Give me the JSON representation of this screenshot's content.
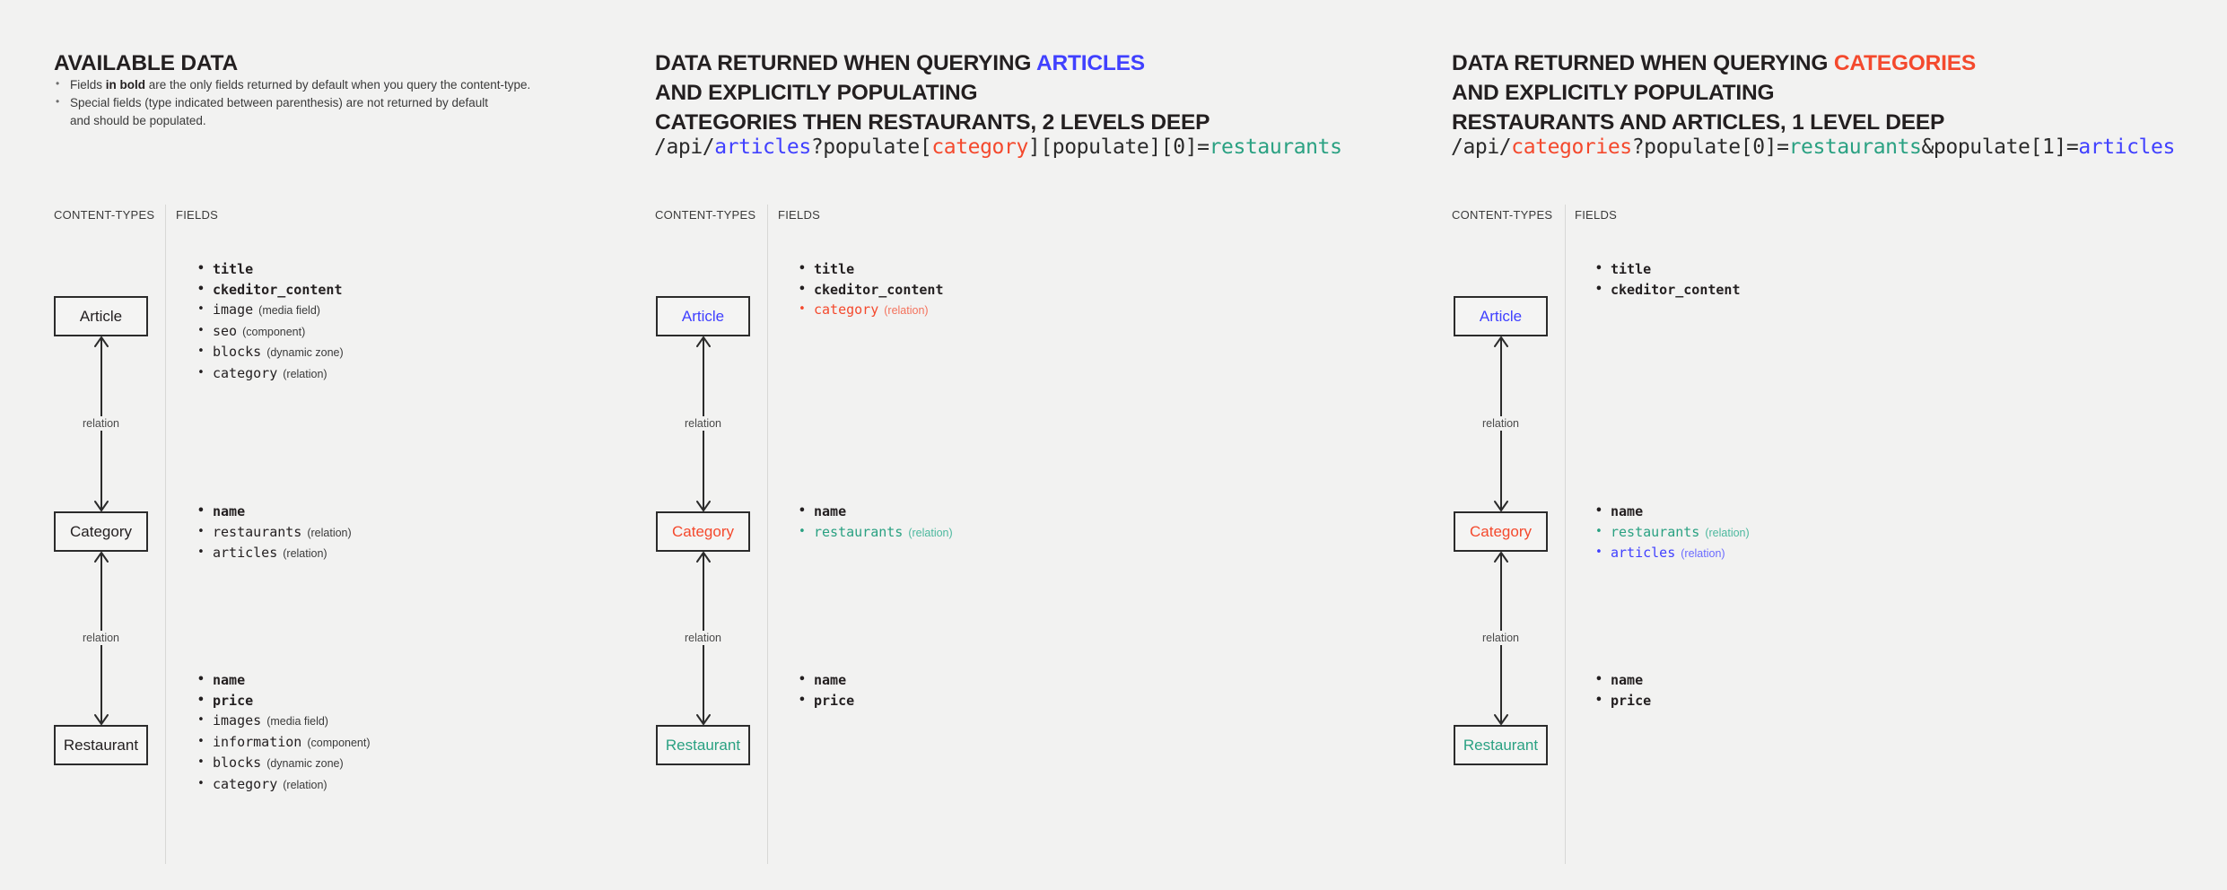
{
  "panels": [
    {
      "id": "panel-1",
      "heading": {
        "prefix": "AVAILABLE DATA",
        "accent": "",
        "accent_color": "",
        "lines": []
      },
      "intro": [
        {
          "pre": "Fields ",
          "bold": "in bold",
          "post": " are the only fields returned by default when you query the content-type."
        },
        {
          "pre": "Special fields (type indicated between parenthesis) are not returned by default",
          "bold": "",
          "post": ""
        },
        {
          "pre": "and should be populated.",
          "bold": "",
          "post": ""
        }
      ],
      "api_url": null,
      "captions": {
        "content_types": "CONTENT-TYPES",
        "fields": "FIELDS"
      },
      "relation_label": "relation",
      "entities": [
        {
          "name": "Article",
          "color": "default",
          "fields": [
            {
              "label": "title",
              "type": "",
              "bold": true,
              "color": "default"
            },
            {
              "label": "ckeditor_content",
              "type": "",
              "bold": true,
              "color": "default"
            },
            {
              "label": "image",
              "type": "(media field)",
              "bold": false,
              "color": "default"
            },
            {
              "label": "seo",
              "type": "(component)",
              "bold": false,
              "color": "default"
            },
            {
              "label": "blocks",
              "type": "(dynamic zone)",
              "bold": false,
              "color": "default"
            },
            {
              "label": "category",
              "type": "(relation)",
              "bold": false,
              "color": "default"
            }
          ]
        },
        {
          "name": "Category",
          "color": "default",
          "fields": [
            {
              "label": "name",
              "type": "",
              "bold": true,
              "color": "default"
            },
            {
              "label": "restaurants",
              "type": "(relation)",
              "bold": false,
              "color": "default"
            },
            {
              "label": "articles",
              "type": "(relation)",
              "bold": false,
              "color": "default"
            }
          ]
        },
        {
          "name": "Restaurant",
          "color": "default",
          "fields": [
            {
              "label": "name",
              "type": "",
              "bold": true,
              "color": "default"
            },
            {
              "label": "price",
              "type": "",
              "bold": true,
              "color": "default"
            },
            {
              "label": "images",
              "type": "(media field)",
              "bold": false,
              "color": "default"
            },
            {
              "label": "information",
              "type": "(component)",
              "bold": false,
              "color": "default"
            },
            {
              "label": "blocks",
              "type": "(dynamic zone)",
              "bold": false,
              "color": "default"
            },
            {
              "label": "category",
              "type": "(relation)",
              "bold": false,
              "color": "default"
            }
          ]
        }
      ]
    },
    {
      "id": "panel-2",
      "heading": {
        "prefix": "DATA RETURNED WHEN QUERYING ",
        "accent": "ARTICLES",
        "accent_color": "blue",
        "lines": [
          "AND EXPLICITLY POPULATING",
          "CATEGORIES THEN RESTAURANTS, 2 LEVELS DEEP"
        ]
      },
      "intro": [],
      "api_url": [
        {
          "text": "/api/",
          "color": "default"
        },
        {
          "text": "articles",
          "color": "blue"
        },
        {
          "text": "?populate[",
          "color": "default"
        },
        {
          "text": "category",
          "color": "red"
        },
        {
          "text": "][populate][0]=",
          "color": "default"
        },
        {
          "text": "restaurants",
          "color": "teal"
        }
      ],
      "captions": {
        "content_types": "CONTENT-TYPES",
        "fields": "FIELDS"
      },
      "relation_label": "relation",
      "entities": [
        {
          "name": "Article",
          "color": "blue",
          "fields": [
            {
              "label": "title",
              "type": "",
              "bold": true,
              "color": "default"
            },
            {
              "label": "ckeditor_content",
              "type": "",
              "bold": true,
              "color": "default"
            },
            {
              "label": "category",
              "type": "(relation)",
              "bold": false,
              "color": "red"
            }
          ]
        },
        {
          "name": "Category",
          "color": "red",
          "fields": [
            {
              "label": "name",
              "type": "",
              "bold": true,
              "color": "default"
            },
            {
              "label": "restaurants",
              "type": "(relation)",
              "bold": false,
              "color": "teal"
            }
          ]
        },
        {
          "name": "Restaurant",
          "color": "teal",
          "fields": [
            {
              "label": "name",
              "type": "",
              "bold": true,
              "color": "default"
            },
            {
              "label": "price",
              "type": "",
              "bold": true,
              "color": "default"
            }
          ]
        }
      ]
    },
    {
      "id": "panel-3",
      "heading": {
        "prefix": "DATA RETURNED WHEN QUERYING ",
        "accent": "CATEGORIES",
        "accent_color": "red",
        "lines": [
          "AND EXPLICITLY POPULATING",
          "RESTAURANTS AND ARTICLES, 1 LEVEL DEEP"
        ]
      },
      "intro": [],
      "api_url": [
        {
          "text": "/api/",
          "color": "default"
        },
        {
          "text": "categories",
          "color": "red"
        },
        {
          "text": "?populate[0]=",
          "color": "default"
        },
        {
          "text": "restaurants",
          "color": "teal"
        },
        {
          "text": "&populate[1]=",
          "color": "default"
        },
        {
          "text": "articles",
          "color": "blue"
        }
      ],
      "captions": {
        "content_types": "CONTENT-TYPES",
        "fields": "FIELDS"
      },
      "relation_label": "relation",
      "entities": [
        {
          "name": "Article",
          "color": "blue",
          "fields": [
            {
              "label": "title",
              "type": "",
              "bold": true,
              "color": "default"
            },
            {
              "label": "ckeditor_content",
              "type": "",
              "bold": true,
              "color": "default"
            }
          ]
        },
        {
          "name": "Category",
          "color": "red",
          "fields": [
            {
              "label": "name",
              "type": "",
              "bold": true,
              "color": "default"
            },
            {
              "label": "restaurants",
              "type": "(relation)",
              "bold": false,
              "color": "teal"
            },
            {
              "label": "articles",
              "type": "(relation)",
              "bold": false,
              "color": "blue"
            }
          ]
        },
        {
          "name": "Restaurant",
          "color": "teal",
          "fields": [
            {
              "label": "name",
              "type": "",
              "bold": true,
              "color": "default"
            },
            {
              "label": "price",
              "type": "",
              "bold": true,
              "color": "default"
            }
          ]
        }
      ]
    }
  ],
  "colors": {
    "background": "#f2f2f1",
    "text": "#231f20",
    "blue": "#4040ff",
    "red": "#f4492d",
    "teal": "#2aa182",
    "divider": "#d8d8d6",
    "box_border": "#2b2b2b"
  }
}
